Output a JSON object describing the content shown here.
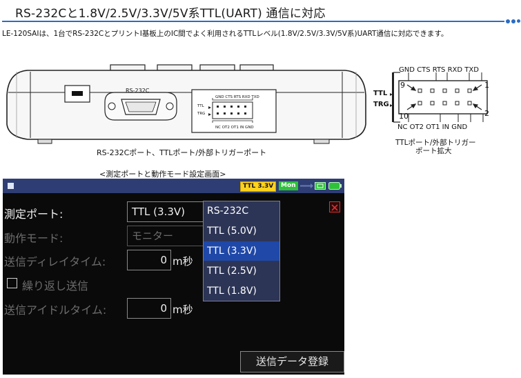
{
  "header": {
    "title": "RS-232Cと1.8V/2.5V/3.3V/5V系TTL(UART) 通信に対応",
    "intro": "LE-120SAIは、1台でRS-232CとプリントI基板上のIC間でよく利用されるTTLレベル(1.8V/2.5V/3.3V/5V系)UART通信に対応できます。"
  },
  "colors": {
    "accent": "#2b6cc4",
    "statusbar": "#2e3d73",
    "ttl_badge": "#ffd21e",
    "mon_badge": "#2ec13a",
    "selected": "#1f48a8"
  },
  "device_figure": {
    "rs232c_label": "RS-232C",
    "port_labels_top": "GND CTS RTS RXD TXD",
    "port_labels_bottom": "NC OT2 OT1 IN GND",
    "ttl_mark": "TTL",
    "trg_mark": "TRG",
    "caption": "RS-232Cポート、TTLポート/外部トリガーポート"
  },
  "port_zoom": {
    "top_labels": "GND CTS RTS RXD TXD",
    "bottom_labels": "NC OT2 OT1 IN GND",
    "pin_9": "9",
    "pin_1": "1",
    "pin_10": "10",
    "pin_2": "2",
    "ttl_mark": "TTL",
    "trg_mark": "TRG",
    "caption_line1": "TTLポート/外部トリガー",
    "caption_line2": "ポート拡大"
  },
  "screen_caption": "<測定ポートと動作モード設定画面>",
  "device_screen": {
    "status": {
      "ttl_badge": "TTL 3.3V",
      "mode_badge": "Mon"
    },
    "rows": {
      "port_label": "測定ポート:",
      "port_value": "TTL (3.3V)",
      "mode_label": "動作モード:",
      "mode_value": "モニター",
      "delay_label": "送信ディレイタイム:",
      "delay_value": "0",
      "delay_unit": "m秒",
      "repeat_label": "繰り返し送信",
      "idle_label": "送信アイドルタイム:",
      "idle_value": "0",
      "idle_unit": "m秒"
    },
    "dropdown": {
      "options": [
        "RS-232C",
        "TTL (5.0V)",
        "TTL (3.3V)",
        "TTL (2.5V)",
        "TTL (1.8V)"
      ],
      "selected_index": 2
    },
    "register_button": "送信データ登録"
  }
}
